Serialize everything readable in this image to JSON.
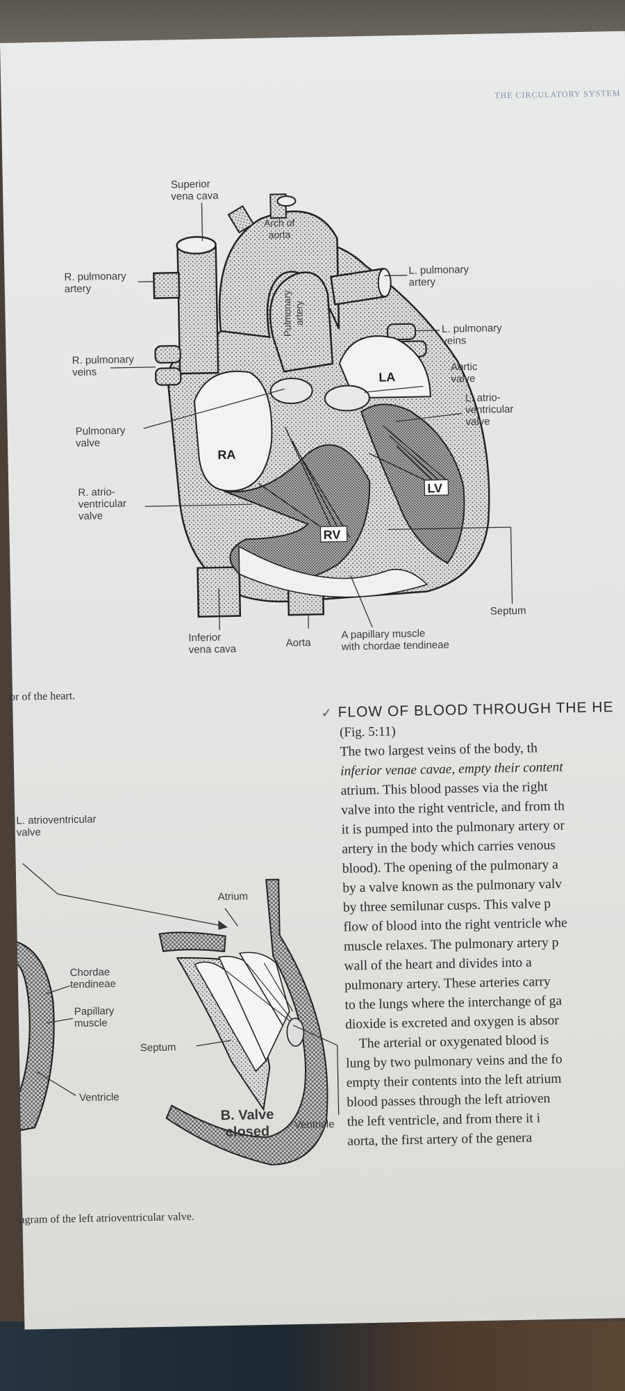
{
  "running_head": "THE CIRCULATORY SYSTEM",
  "heart_figure": {
    "labels": {
      "superior_vena_cava": "Superior\nvena cava",
      "arch_of_aorta": "Arch of\naorta",
      "r_pulmonary_artery": "R. pulmonary\nartery",
      "l_pulmonary_artery": "L. pulmonary\nartery",
      "pulmonary_artery": "Pulmonary\nartery",
      "l_pulmonary_veins": "L. pulmonary\nveins",
      "r_pulmonary_veins": "R. pulmonary\nveins",
      "aortic_valve": "Aortic\nvalve",
      "l_atrioventricular_valve": "L. atrio-\nventricular\nvalve",
      "pulmonary_valve": "Pulmonary\nvalve",
      "r_atrioventricular_valve": "R. atrio-\nventricular\nvalve",
      "septum": "Septum",
      "inferior_vena_cava": "Inferior\nvena cava",
      "aorta": "Aorta",
      "papillary_muscle": "A papillary muscle\nwith chordae tendineae"
    },
    "chambers": {
      "ra": "RA",
      "la": "LA",
      "lv": "LV",
      "rv": "RV"
    },
    "caption_fragment": "or of the heart."
  },
  "valve_figure": {
    "labels": {
      "l_atrioventricular_valve": "L. atrioventricular\nvalve",
      "atrium": "Atrium",
      "chordae_tendineae": "Chordae\ntendineae",
      "papillary_muscle": "Papillary\nmuscle",
      "septum": "Septum",
      "ventricle_left": "Ventricle",
      "ventricle_right": "Ventricle",
      "valve_closed": "B. Valve\nclosed"
    },
    "caption_fragment": "agram of the left atrioventricular valve."
  },
  "section": {
    "title": "FLOW OF BLOOD THROUGH THE HE",
    "fig_ref": "(Fig. 5:11)",
    "lines": [
      "The two largest veins of the body, th",
      "inferior venae cavae, empty their content",
      "atrium. This blood passes via the right",
      "valve into the right ventricle, and from th",
      "it is pumped into the pulmonary artery or",
      "artery in the body which carries venous",
      "blood). The opening of the pulmonary a",
      "by a valve known as the pulmonary valv",
      "by three semilunar cusps. This valve p",
      "flow of blood into the right ventricle whe",
      "muscle relaxes. The pulmonary artery p",
      "wall of the heart and divides into a",
      "pulmonary artery. These arteries carry",
      "to the lungs where the interchange of ga",
      "dioxide is excreted and oxygen is absor",
      "    The arterial or oxygenated blood is",
      "lung by two pulmonary veins and the fo",
      "empty their contents into the left atrium",
      "blood passes through the left atrioven",
      "the left ventricle, and from there it i",
      "aorta, the first artery of the genera"
    ]
  }
}
